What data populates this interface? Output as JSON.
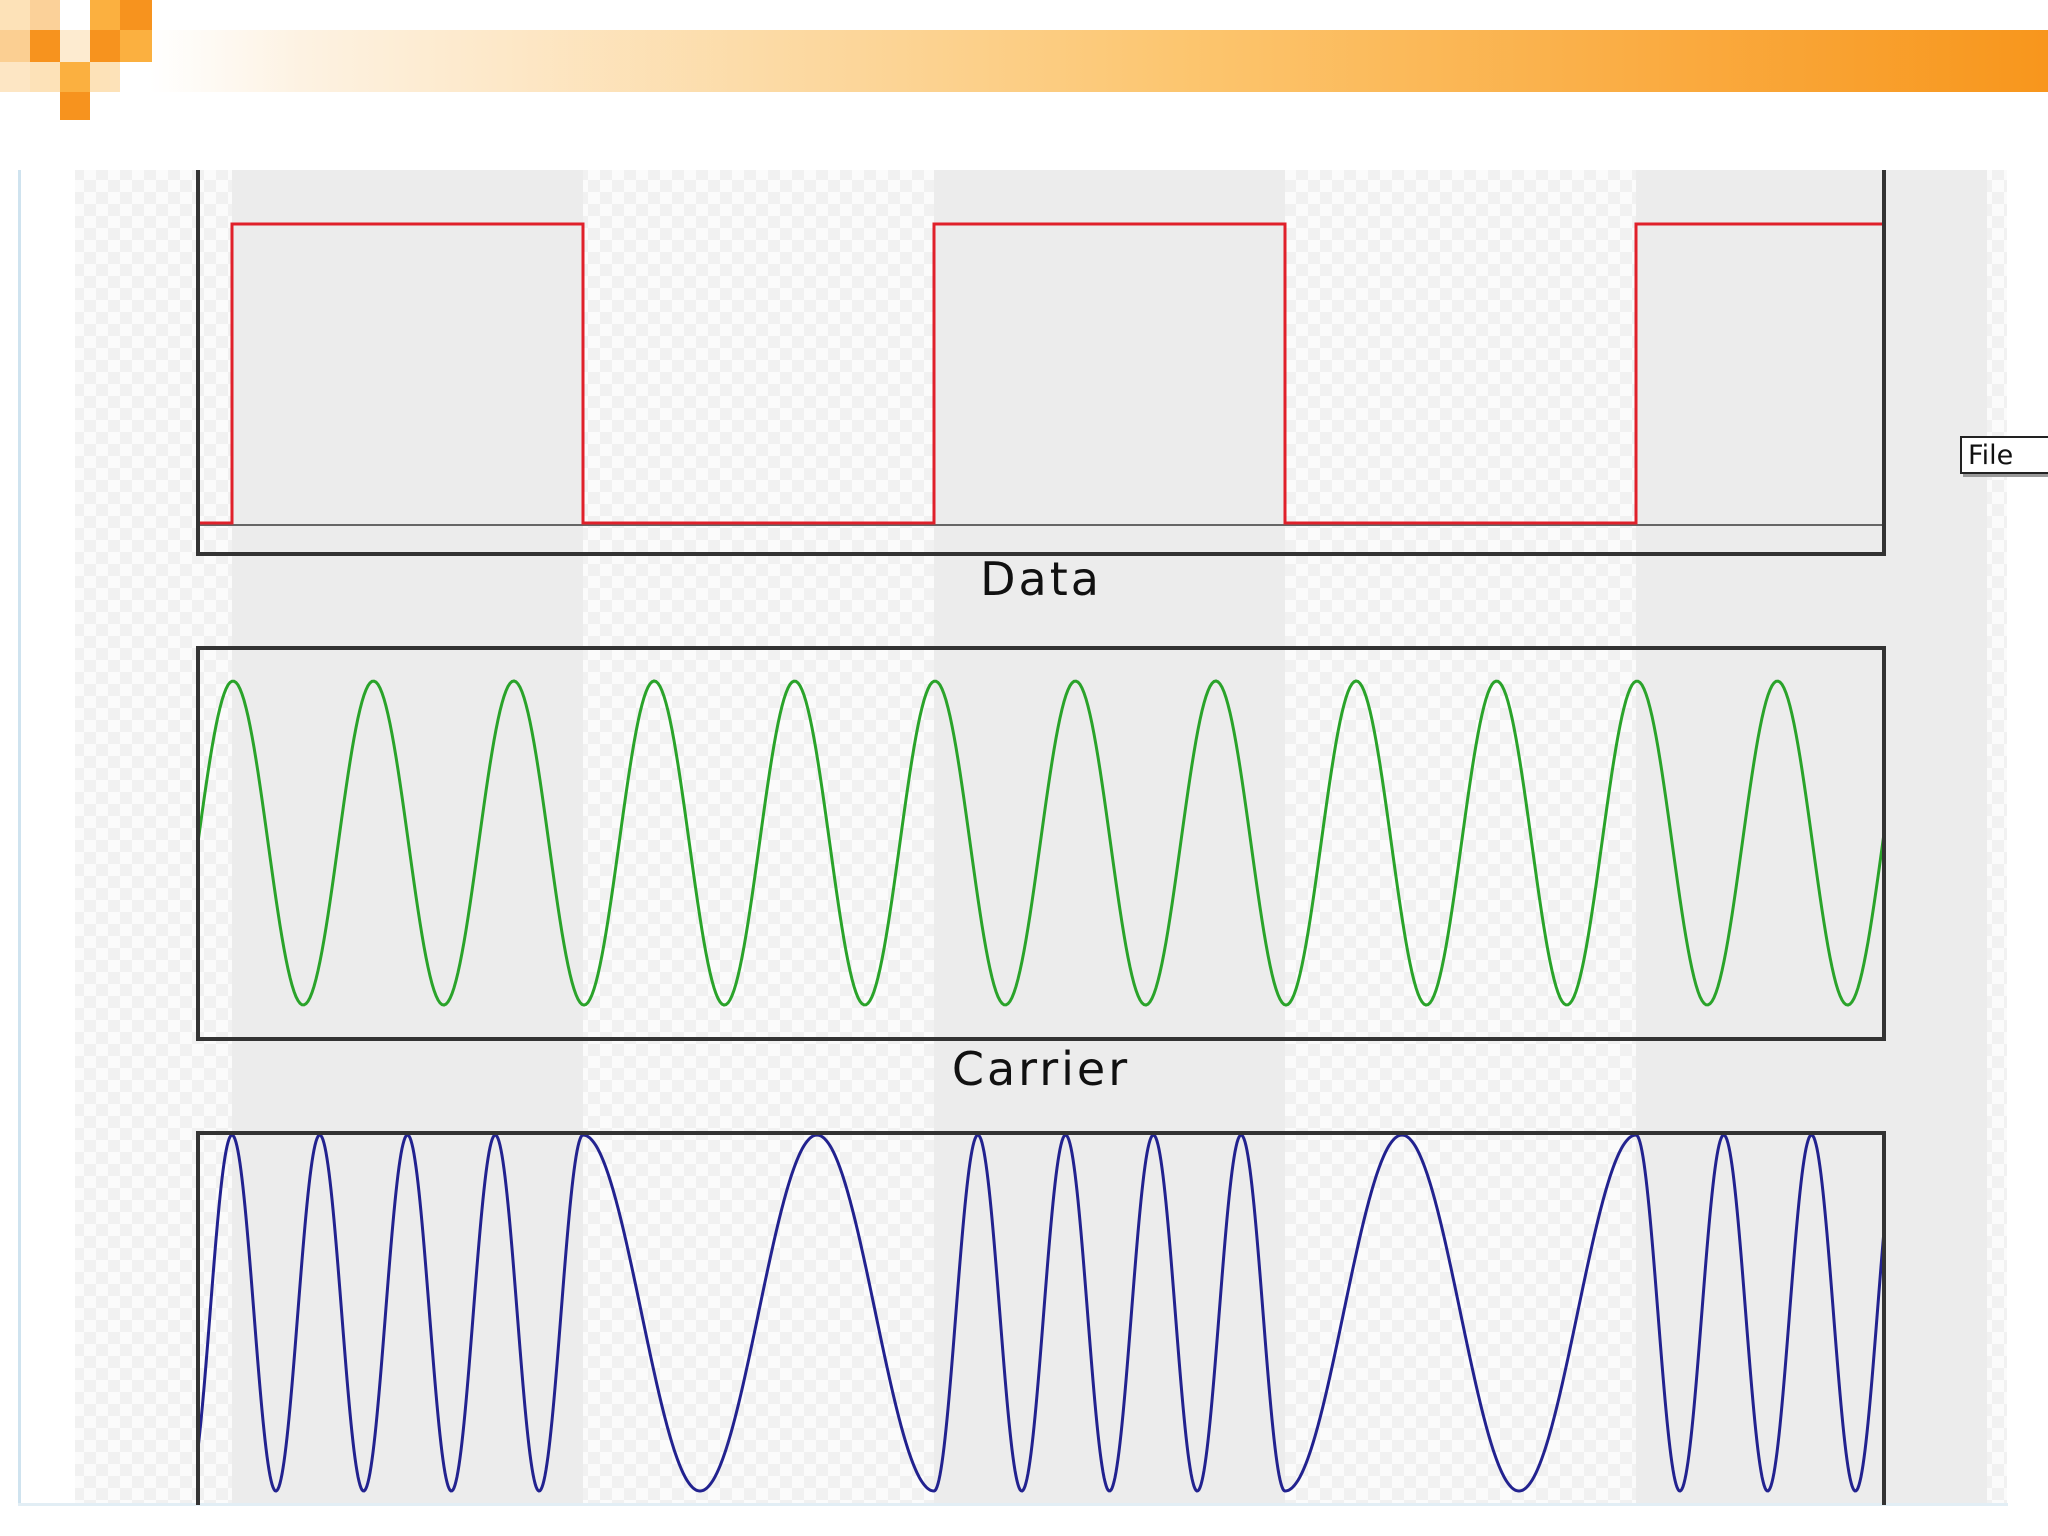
{
  "diagram": {
    "panels": [
      {
        "id": "data",
        "label": "Data",
        "color": "#e0202a"
      },
      {
        "id": "carrier",
        "label": "Carrier",
        "color": "#2aa32a"
      },
      {
        "id": "fsk",
        "label": "",
        "color": "#22228f"
      }
    ],
    "bits": [
      1,
      0,
      1,
      0,
      1
    ],
    "carrier_cycles_per_bit": 2.5,
    "fsk_cycles_high_bit": 4,
    "fsk_cycles_low_bit": 1.5,
    "overflow_label": "File"
  },
  "colors": {
    "accent": "#f7931e",
    "accent_light": "#fbb040",
    "bit_shading": "#ececec",
    "frame": "#333333"
  }
}
